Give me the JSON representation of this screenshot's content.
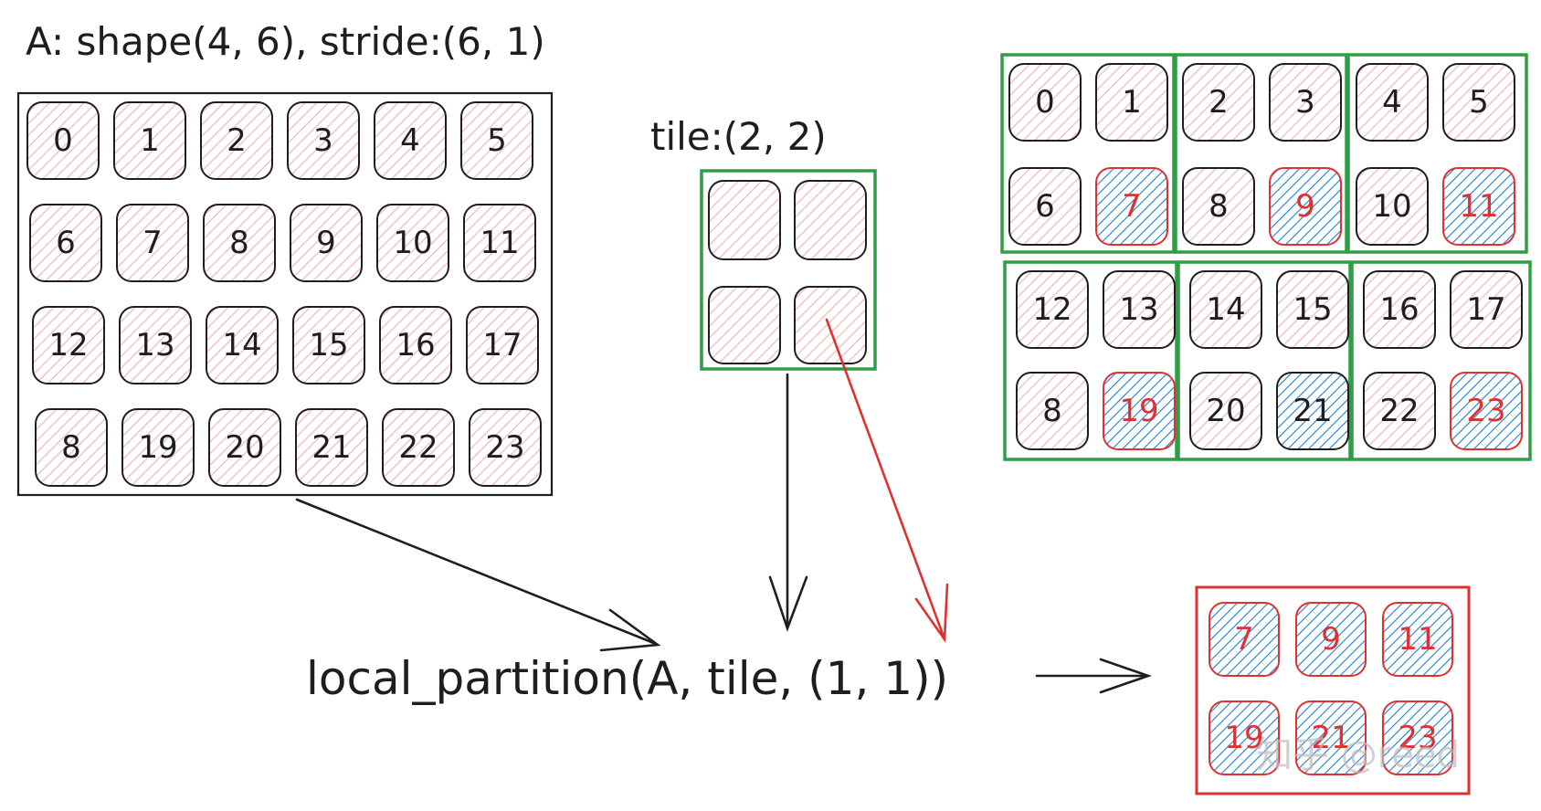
{
  "colors": {
    "ink": "#1e1e1e",
    "tile_green": "#2f9e44",
    "result_red": "#e03131",
    "hatch_pink": "#f2c4c4",
    "hatch_blue": "#1c7ed6",
    "red_number": "#e03131"
  },
  "labels": {
    "matrix_title": "A: shape(4, 6), stride:(6, 1)",
    "tile_title": "tile:(2, 2)",
    "call_text": "local_partition(A, tile, (1, 1))",
    "watermark": "知乎 @reed"
  },
  "matrix_a": {
    "rows": [
      [
        "0",
        "1",
        "2",
        "3",
        "4",
        "5"
      ],
      [
        "6",
        "7",
        "8",
        "9",
        "10",
        "11"
      ],
      [
        "12",
        "13",
        "14",
        "15",
        "16",
        "17"
      ],
      [
        "8",
        "19",
        "20",
        "21",
        "22",
        "23"
      ]
    ]
  },
  "tiled_view": {
    "rows": [
      [
        "0",
        "1",
        "2",
        "3",
        "4",
        "5"
      ],
      [
        "6",
        "7",
        "8",
        "9",
        "10",
        "11"
      ],
      [
        "12",
        "13",
        "14",
        "15",
        "16",
        "17"
      ],
      [
        "8",
        "19",
        "20",
        "21",
        "22",
        "23"
      ]
    ],
    "selected": [
      "7",
      "9",
      "11",
      "19",
      "21",
      "23"
    ],
    "selected_red_text": [
      "7",
      "9",
      "11",
      "19",
      "23"
    ]
  },
  "result": {
    "rows": [
      [
        "7",
        "9",
        "11"
      ],
      [
        "19",
        "21",
        "23"
      ]
    ]
  }
}
